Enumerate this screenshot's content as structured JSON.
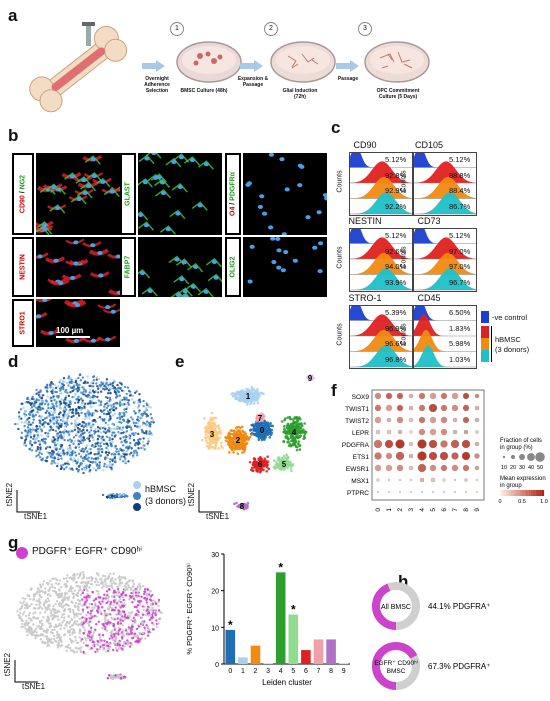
{
  "panels": {
    "a": "a",
    "b": "b",
    "c": "c",
    "d": "d",
    "e": "e",
    "f": "f",
    "g": "g",
    "h": "h"
  },
  "panel_a": {
    "steps": [
      {
        "num": "1",
        "caption_above": "",
        "caption_below": "BMSC Culture (48h)"
      },
      {
        "num": "2",
        "caption_above": "Expansion & Passage",
        "caption_below": "Glial Induction (72h)"
      },
      {
        "num": "3",
        "caption_above": "Passage",
        "caption_below": "OPC Commitment Culture (5 Days)"
      }
    ],
    "first_arrow_label": "Overnight Adherence Selection"
  },
  "panel_b": {
    "labels": [
      {
        "parts": [
          {
            "t": "CD90",
            "c": "#d00000"
          },
          {
            "t": " / ",
            "c": "#000"
          },
          {
            "t": "NG2",
            "c": "#1a9a1a"
          }
        ]
      },
      {
        "parts": [
          {
            "t": "NESTIN",
            "c": "#d00000"
          }
        ]
      },
      {
        "parts": [
          {
            "t": "STRO1",
            "c": "#d00000"
          }
        ]
      },
      {
        "parts": [
          {
            "t": "GLAST",
            "c": "#1a9a1a"
          }
        ]
      },
      {
        "parts": [
          {
            "t": "FABP7",
            "c": "#1a9a1a"
          }
        ]
      },
      {
        "parts": [
          {
            "t": "O4",
            "c": "#d00000"
          },
          {
            "t": " / ",
            "c": "#000"
          },
          {
            "t": "PDGFRα",
            "c": "#1a9a1a"
          }
        ]
      },
      {
        "parts": [
          {
            "t": "OLIG2",
            "c": "#1a9a1a"
          }
        ]
      }
    ],
    "scalebar": "100 µm"
  },
  "panel_c": {
    "ylabel": "Counts",
    "colors": [
      "#1a3fd0",
      "#e02020",
      "#f08a10",
      "#20c0c8"
    ],
    "markers": [
      {
        "name": "CD90",
        "pcts": [
          "5.12%",
          "92.8%",
          "92.9%",
          "92.2%"
        ]
      },
      {
        "name": "CD105",
        "pcts": [
          "5.12%",
          "88.8%",
          "88.4%",
          "86.7%"
        ]
      },
      {
        "name": "NESTIN",
        "pcts": [
          "5.12%",
          "92.6%",
          "94.0%",
          "93.9%"
        ]
      },
      {
        "name": "CD73",
        "pcts": [
          "5.12%",
          "97.0%",
          "97.0%",
          "96.7%"
        ]
      },
      {
        "name": "STRO-1",
        "pcts": [
          "5.39%",
          "96.9%",
          "96.6%",
          "96.8%"
        ]
      },
      {
        "name": "CD45",
        "pcts": [
          "6.50%",
          "1.83%",
          "5.98%",
          "1.03%"
        ]
      }
    ],
    "legend": {
      "neg": "-ve control",
      "hbmsc": "hBMSC",
      "donors": "(3 donors)"
    }
  },
  "panel_d": {
    "xlabel": "tSNE1",
    "ylabel": "tSNE2",
    "legend_title": "hBMSC",
    "legend_sub": "(3 donors)"
  },
  "panel_e": {
    "xlabel": "tSNE1",
    "ylabel": "tSNE2",
    "clusters": [
      "0",
      "1",
      "2",
      "3",
      "4",
      "5",
      "6",
      "7",
      "8",
      "9"
    ]
  },
  "panel_f": {
    "genes": [
      "SOX9",
      "TWIST1",
      "TWIST2",
      "LEPR",
      "PDGFRA",
      "ETS1",
      "EWSR1",
      "MSX1",
      "PTPRC"
    ],
    "clusters": [
      "0",
      "1",
      "2",
      "3",
      "4",
      "5",
      "6",
      "7",
      "8",
      "9"
    ],
    "size_title": "Fraction of cells in group (%)",
    "size_ticks": [
      "10",
      "20",
      "30",
      "40",
      "50"
    ],
    "color_title": "Mean expression in group",
    "color_ticks": [
      "0",
      "0.5",
      "1.0"
    ]
  },
  "panel_g": {
    "legend": "PDGFR⁺ EGFR⁺ CD90ʰⁱ",
    "xlabel": "tSNE1",
    "ylabel": "tSNE2"
  },
  "chart_data": {
    "type": "bar",
    "categories": [
      "0",
      "1",
      "2",
      "3",
      "4",
      "5",
      "6",
      "7",
      "8",
      "9"
    ],
    "values": [
      9.3,
      1.8,
      5.0,
      0.2,
      25.0,
      13.5,
      3.8,
      6.7,
      6.7,
      0.2
    ],
    "colors": [
      "#1f6fb5",
      "#a9d0ef",
      "#f08a10",
      "#ffc980",
      "#2e9e2e",
      "#90dd90",
      "#e02020",
      "#f0a0a8",
      "#b070c8",
      "#d8c0e8"
    ],
    "starred": [
      "0",
      "4",
      "5"
    ],
    "star": "*",
    "xlabel": "Leiden cluster",
    "ylabel": "% PDGFR⁺ EGFR⁺ CD90ʰⁱ",
    "ylim": [
      0,
      30
    ],
    "yticks": [
      "0",
      "10",
      "20",
      "30"
    ]
  },
  "panel_h": {
    "donuts": [
      {
        "center": "All BMSC",
        "label": "44.1% PDGFRA⁺",
        "fraction": 0.441
      },
      {
        "center_line1": "EGFR⁺ CD90ʰⁱ",
        "center_line2": "BMSC",
        "label": "67.3% PDGFRA⁺",
        "fraction": 0.673
      }
    ],
    "color": "#cc44cc"
  }
}
